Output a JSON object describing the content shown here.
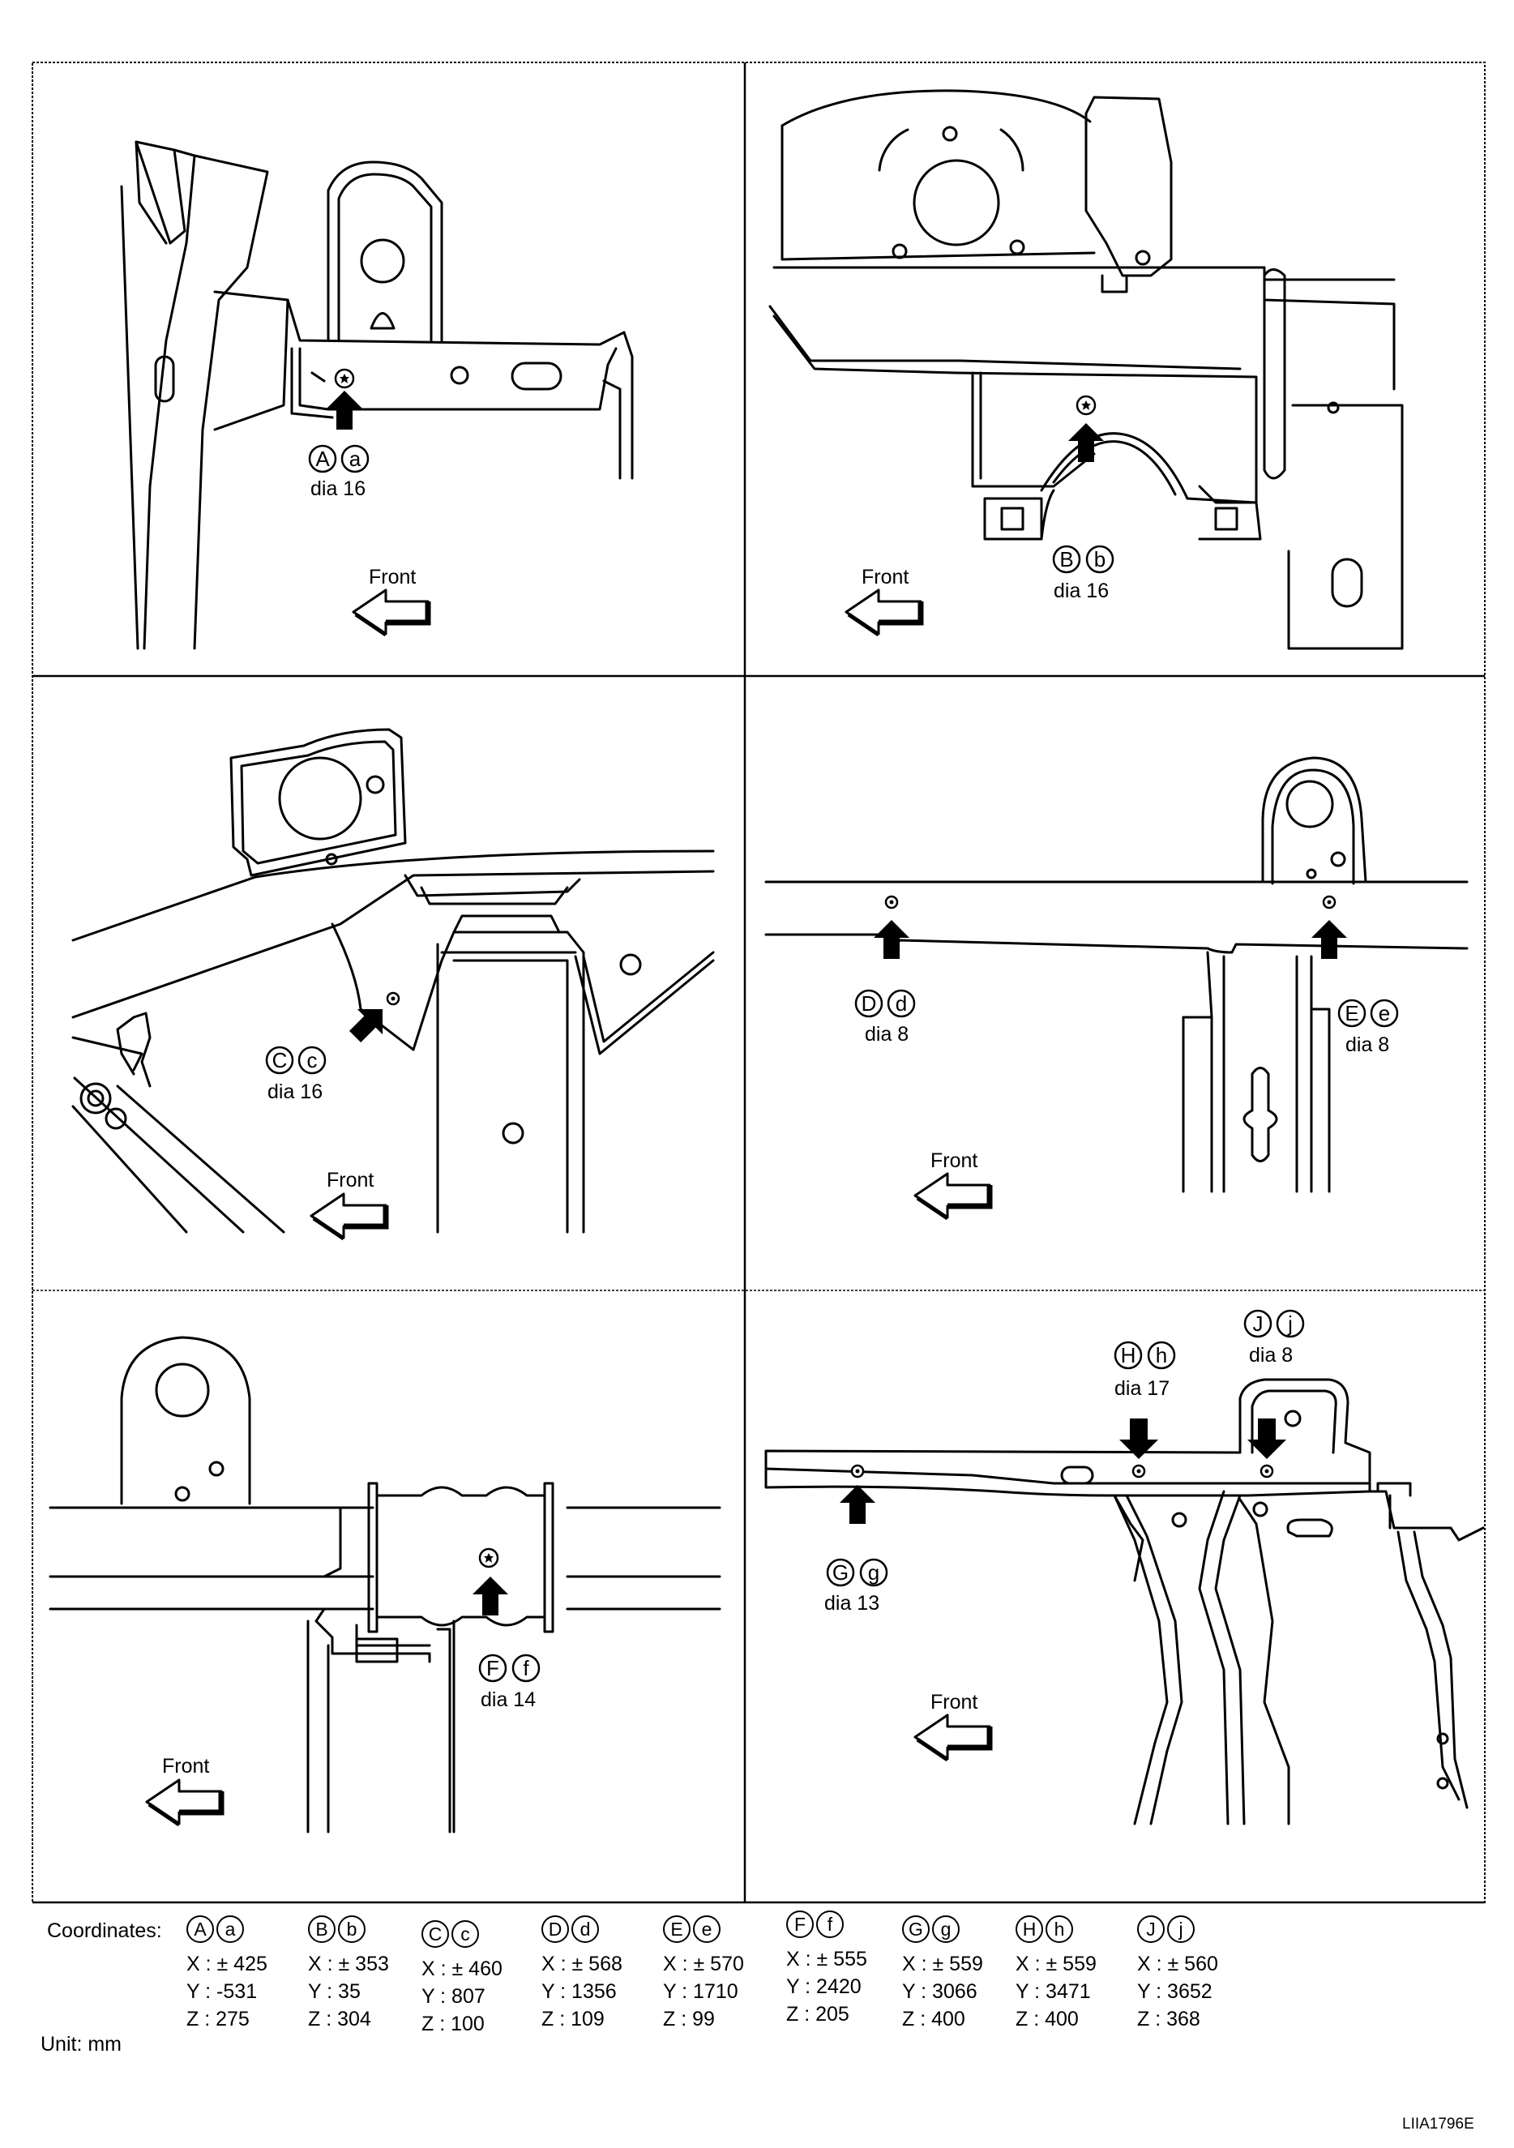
{
  "panels": [
    {
      "letters": [
        "A",
        "a"
      ],
      "dia": "dia 16",
      "front": "Front"
    },
    {
      "letters": [
        "B",
        "b"
      ],
      "dia": "dia 16",
      "front": "Front"
    },
    {
      "letters": [
        "C",
        "c"
      ],
      "dia": "dia 16",
      "front": "Front"
    },
    {
      "letters": [
        "D",
        "d"
      ],
      "dia": "dia 8",
      "front": "Front"
    },
    {
      "letters": [
        "E",
        "e"
      ],
      "dia": "dia 8",
      "front": ""
    },
    {
      "letters": [
        "F",
        "f"
      ],
      "dia": "dia 14",
      "front": "Front"
    },
    {
      "letters": [
        "G",
        "g"
      ],
      "dia": "dia 13",
      "front": ""
    },
    {
      "letters": [
        "H",
        "h"
      ],
      "dia": "dia 17",
      "front": "Front"
    },
    {
      "letters": [
        "J",
        "j"
      ],
      "dia": "dia 8",
      "front": ""
    }
  ],
  "coordinates": {
    "title": "Coordinates:",
    "entries": [
      {
        "letters": [
          "A",
          "a"
        ],
        "x": "X : ± 425",
        "y": "Y : -531",
        "z": "Z : 275"
      },
      {
        "letters": [
          "B",
          "b"
        ],
        "x": "X : ± 353",
        "y": "Y : 35",
        "z": "Z : 304"
      },
      {
        "letters": [
          "C",
          "c"
        ],
        "x": "X : ± 460",
        "y": "Y : 807",
        "z": "Z : 100"
      },
      {
        "letters": [
          "D",
          "d"
        ],
        "x": "X : ± 568",
        "y": "Y : 1356",
        "z": "Z : 109"
      },
      {
        "letters": [
          "E",
          "e"
        ],
        "x": "X : ± 570",
        "y": "Y : 1710",
        "z": "Z : 99"
      },
      {
        "letters": [
          "F",
          "f"
        ],
        "x": "X : ± 555",
        "y": "Y : 2420",
        "z": "Z : 205"
      },
      {
        "letters": [
          "G",
          "g"
        ],
        "x": "X : ± 559",
        "y": "Y : 3066",
        "z": "Z : 400"
      },
      {
        "letters": [
          "H",
          "h"
        ],
        "x": "X : ± 559",
        "y": "Y : 3471",
        "z": "Z : 400"
      },
      {
        "letters": [
          "J",
          "j"
        ],
        "x": "X : ± 560",
        "y": "Y : 3652",
        "z": "Z : 368"
      }
    ]
  },
  "unit": "Unit: mm",
  "reference": "LIIA1796E"
}
